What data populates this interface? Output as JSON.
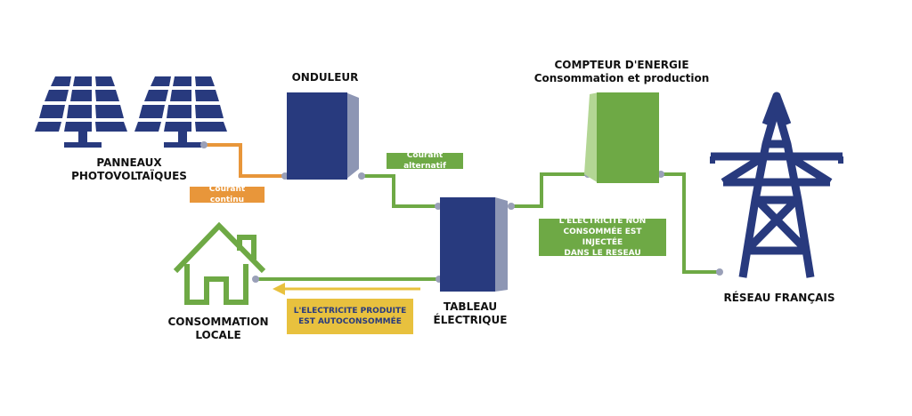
{
  "labels": {
    "panels": [
      "PANNEAUX",
      "PHOTOVOLTAÏQUES"
    ],
    "inverter": "ONDULEUR",
    "meter": [
      "COMPTEUR D'ENERGIE",
      "Consommation et production"
    ],
    "board": [
      "TABLEAU",
      "ÉLECTRIQUE"
    ],
    "local": [
      "CONSOMMATION",
      "LOCALE"
    ],
    "grid": "RÉSEAU FRANÇAIS"
  },
  "tags": {
    "dc": "Courant continu",
    "ac": "Courant alternatif",
    "injected": [
      "L'ÉLECTRICITE NON",
      "CONSOMMÉE EST INJECTÉE",
      "DANS LE RESEAU"
    ],
    "self": [
      "L'ELECTRICITE PRODUITE",
      "EST AUTOCONSOMMÉE"
    ]
  },
  "colors": {
    "navy": "#283a7e",
    "green": "#6ea945",
    "orange": "#e8963a",
    "yellow": "#e8c13e",
    "gray": "#8d96b4"
  },
  "icons": {
    "solar": "solar-panel-icon",
    "house": "house-icon",
    "pylon": "power-pylon-icon"
  }
}
